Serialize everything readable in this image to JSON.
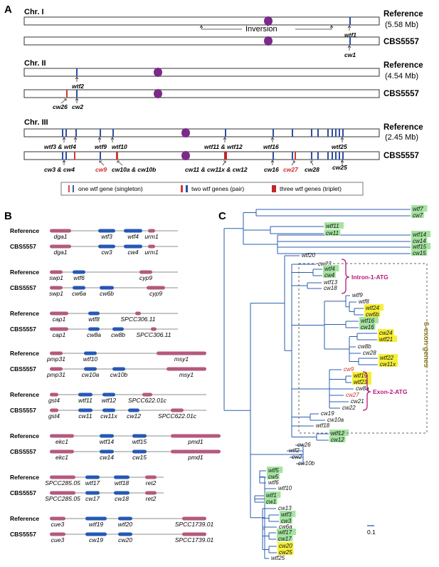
{
  "panelA": {
    "label": "A",
    "ref_label": "Reference",
    "cbs_label": "CBS5557",
    "chromosomes": [
      {
        "name": "Chr. I",
        "size": "(5.58 Mb)",
        "inversion": "Inversion",
        "ref_genes": [
          "wtf1"
        ],
        "cbs_genes": [
          "cw1"
        ]
      },
      {
        "name": "Chr. II",
        "size": "(4.54 Mb)",
        "ref_genes": [
          "wtf2"
        ],
        "cbs_genes": [
          "cw26",
          "cw2"
        ]
      },
      {
        "name": "Chr. III",
        "size": "(2.45 Mb)",
        "ref_genes": [
          "wtf3 & wtf4",
          "wtf9",
          "wtf10",
          "wtf11 & wtf12",
          "wtf16",
          "wtf25"
        ],
        "cbs_genes": [
          "cw3 & cw4",
          "cw9",
          "cw10a & cw10b",
          "cw11 & cw11x & cw12",
          "cw16",
          "cw27",
          "cw28",
          "cw25"
        ]
      }
    ],
    "legend": [
      "one wtf gene (singleton)",
      "two wtf genes (pair)",
      "three wtf genes (triplet)"
    ],
    "colors": {
      "singleton": "#2a4fa8",
      "pair": "#d13a3a",
      "triplet": "#c0272d",
      "centromere": "#7b2a8a",
      "cw_red": "#d42a2a"
    }
  },
  "panelB": {
    "label": "B",
    "rows": [
      {
        "ref": [
          "dga1",
          "wtf3",
          "wtf4",
          "urm1"
        ],
        "cbs": [
          "dga1",
          "cw3",
          "cw4",
          "urm1"
        ]
      },
      {
        "ref": [
          "swp1",
          "wtf6",
          "cyp9"
        ],
        "cbs": [
          "swp1",
          "cw6a",
          "cw6b",
          "cyp9"
        ]
      },
      {
        "ref": [
          "cap1",
          "wtf8",
          "SPCC306.11"
        ],
        "cbs": [
          "cap1",
          "cw8a",
          "cw8b",
          "SPCC306.11"
        ]
      },
      {
        "ref": [
          "pmp31",
          "wtf10",
          "msy1"
        ],
        "cbs": [
          "pmp31",
          "cw10a",
          "cw10b",
          "msy1"
        ]
      },
      {
        "ref": [
          "gst4",
          "wtf11",
          "wtf12",
          "SPCC622.01c"
        ],
        "cbs": [
          "gst4",
          "cw11",
          "cw11x",
          "cw12",
          "SPCC622.01c"
        ]
      },
      {
        "ref": [
          "ekc1",
          "wtf14",
          "wtf15",
          "pmd1"
        ],
        "cbs": [
          "ekc1",
          "cw14",
          "cw15",
          "pmd1"
        ]
      },
      {
        "ref": [
          "SPCC285.05",
          "wtf17",
          "wtf18",
          "ret2"
        ],
        "cbs": [
          "SPCC285.05",
          "cw17",
          "cw18",
          "ret2"
        ]
      },
      {
        "ref": [
          "cue3",
          "wtf19",
          "wtf20",
          "SPCC1739.01"
        ],
        "cbs": [
          "cue3",
          "cw19",
          "cw20",
          "SPCC1739.01"
        ]
      }
    ],
    "colors": {
      "flank": "#b5597e",
      "wtf": "#2558b5",
      "line": "#666666"
    }
  },
  "panelC": {
    "label": "C",
    "annotations": {
      "intron": "Intron-1-ATG",
      "exon": "Exon-2-ATG",
      "six_exon": "6-exon genes",
      "scale": "0.1"
    },
    "colors": {
      "branch": "#2a5db0",
      "green": "#a6e3a1",
      "yellow": "#f5ef3a",
      "magenta": "#b5177a",
      "olive": "#8c7a22",
      "red_tip": "#d42a2a"
    },
    "tips": {
      "wtf7": "wtf7",
      "cw7": "cw7",
      "wtf11": "wtf11",
      "cw11": "cw11",
      "wtf14": "wtf14",
      "cw14": "cw14",
      "wtf15": "wtf15",
      "cw15": "cw15",
      "wtf20": "wtf20",
      "cw23": "cw23",
      "wtf4": "wtf4",
      "cw4": "cw4",
      "wtf13": "wtf13",
      "cw18": "cw18",
      "wtf9": "wtf9",
      "wtf8": "wtf8",
      "wtf24": "wtf24",
      "cw6b": "cw6b",
      "wtf16": "wtf16",
      "cw16": "cw16",
      "cw24": "cw24",
      "wtf21": "wtf21",
      "wtf22": "wtf22",
      "cw28": "cw28",
      "cw8b": "cw8b",
      "cw11x": "cw11x",
      "cw9": "cw9",
      "wtf19": "wtf19",
      "wtf23": "wtf23",
      "cw8a": "cw8a",
      "cw27": "cw27",
      "cw21": "cw21",
      "cw22": "cw22",
      "cw19": "cw19",
      "cw10a": "cw10a",
      "wtf18": "wtf18",
      "wtf12": "wtf12",
      "cw12": "cw12",
      "cw26": "cw26",
      "wtf2": "wtf2",
      "cw2": "cw2",
      "cw10b": "cw10b",
      "wtf5": "wtf5",
      "cw5": "cw5",
      "wtf6": "wtf6",
      "wtf10": "wtf10",
      "wtf1": "wtf1",
      "cw1": "cw1",
      "cw13": "cw13",
      "wtf3": "wtf3",
      "cw3": "cw3",
      "cw6a": "cw6a",
      "wtf17": "wtf17",
      "cw17": "cw17",
      "cw20": "cw20",
      "cw25": "cw25",
      "wtf25": "wtf25"
    }
  }
}
